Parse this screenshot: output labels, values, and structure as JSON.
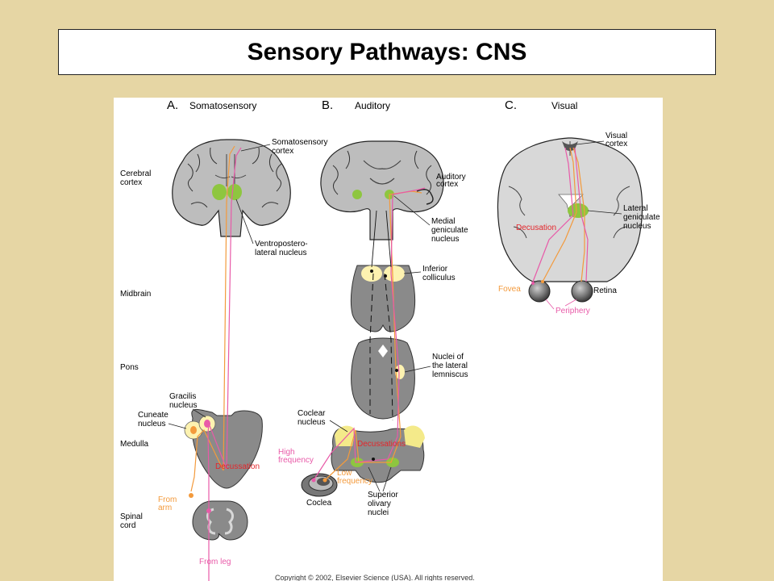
{
  "title": "Sensory Pathways: CNS",
  "panels": {
    "a": {
      "letter": "A.",
      "name": "Somatosensory"
    },
    "b": {
      "letter": "B.",
      "name": "Auditory"
    },
    "c": {
      "letter": "C.",
      "name": "Visual"
    }
  },
  "levels": {
    "cerebral": [
      "Cerebral",
      "cortex"
    ],
    "midbrain": "Midbrain",
    "pons": "Pons",
    "medulla": "Medulla",
    "spinal": [
      "Spinal",
      "cord"
    ]
  },
  "labels": {
    "somatosensory_cortex": [
      "Somatosensory",
      "cortex"
    ],
    "vpl": [
      "Ventropostero-",
      "lateral nucleus"
    ],
    "gracilis": [
      "Gracilis",
      "nucleus"
    ],
    "cuneate": [
      "Cuneate",
      "nucleus"
    ],
    "decussation_a": "Decussation",
    "from_arm": [
      "From",
      "arm"
    ],
    "from_leg": "From leg",
    "auditory_cortex": [
      "Auditory",
      "cortex"
    ],
    "mgn": [
      "Medial",
      "geniculate",
      "nucleus"
    ],
    "inferior_colliculus": [
      "Inferior",
      "colliculus"
    ],
    "lateral_lemniscus": [
      "Nuclei of",
      "the lateral",
      "lemniscus"
    ],
    "coclear_nucleus": [
      "Coclear",
      "nucleus"
    ],
    "decussations": "Decussations",
    "high_frequency": [
      "High",
      "frequency"
    ],
    "low_frequency": [
      "Low",
      "frequency"
    ],
    "coclea": "Coclea",
    "superior_olivary": [
      "Superior",
      "olivary",
      "nuclei"
    ],
    "visual_cortex": [
      "Visual",
      "cortex"
    ],
    "lgn": [
      "Lateral",
      "geniculate",
      "nucleus"
    ],
    "decusation_c": "Decusation",
    "fovea": "Fovea",
    "retina": "Retina",
    "periphery": "Periphery"
  },
  "copyright": "Copyright © 2002, Elsevier Science (USA). All rights reserved.",
  "colors": {
    "background": "#e6d6a4",
    "pink": "#e85aa8",
    "orange": "#f39a3c",
    "red_label": "#e4262b",
    "nucleus_green": "#8ec63f",
    "nucleus_yellow": "#fdf2b0",
    "tissue_gray": "#8a8a8a"
  }
}
